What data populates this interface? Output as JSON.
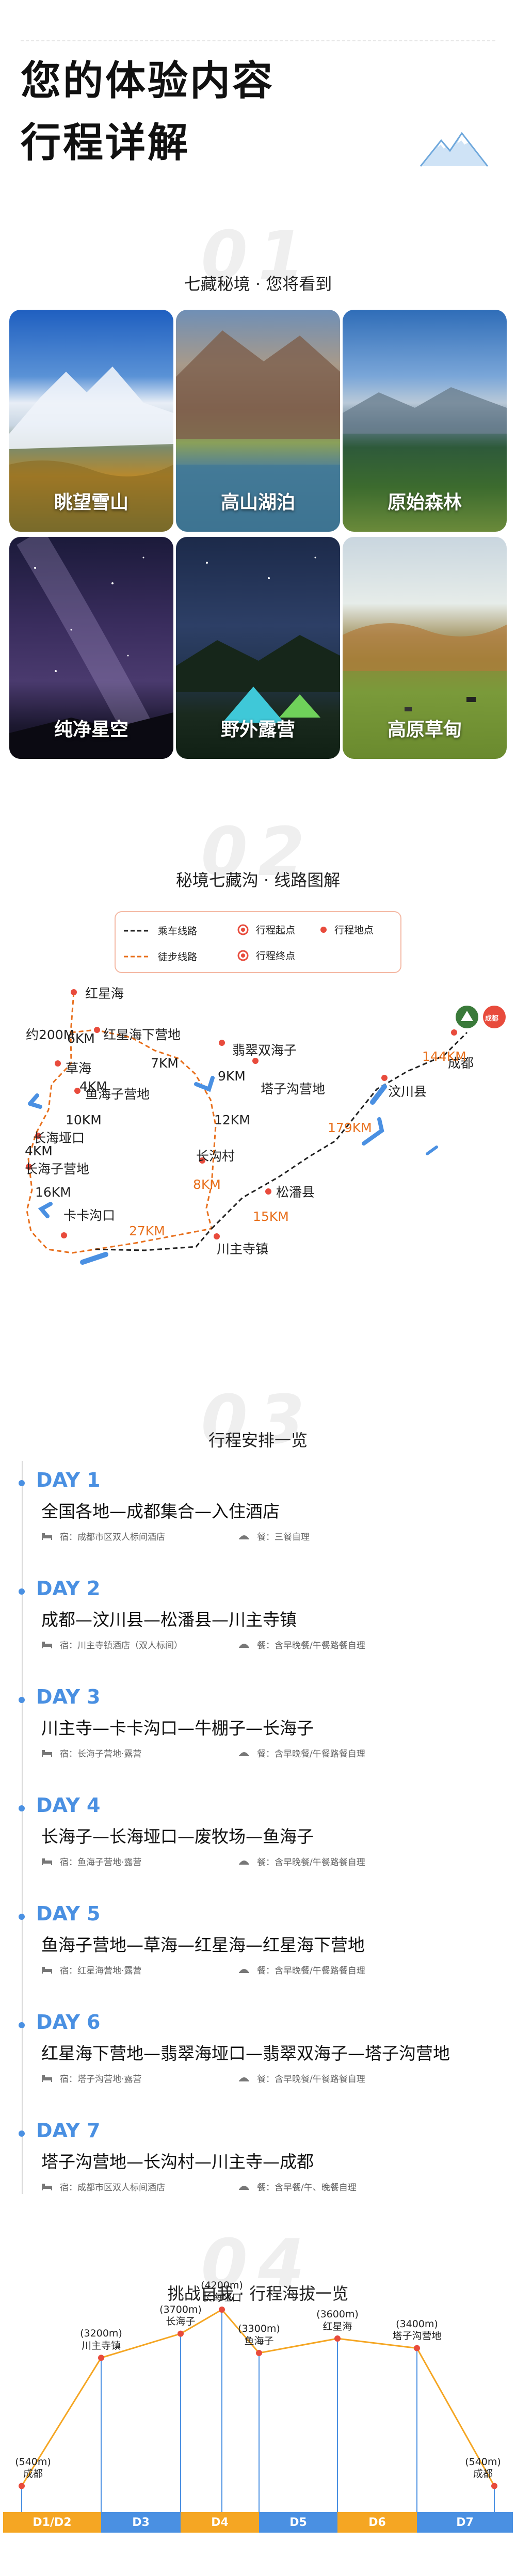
{
  "header": {
    "title_line1": "您的体验内容",
    "title_line2": "行程详解"
  },
  "section1": {
    "number": "01",
    "title": "七藏秘境 · 您将看到",
    "photos": [
      {
        "label": "眺望雪山"
      },
      {
        "label": "高山湖泊"
      },
      {
        "label": "原始森林"
      },
      {
        "label": "纯净星空"
      },
      {
        "label": "野外露营"
      },
      {
        "label": "高原草甸"
      }
    ]
  },
  "section2": {
    "number": "02",
    "title": "秘境七藏沟 · 线路图解",
    "legend": {
      "drive": "乘车线路",
      "hike": "徒步线路",
      "start": "行程起点",
      "end": "行程终点",
      "place": "行程地点"
    },
    "places": {
      "hongxinghai": "红星海",
      "hongxinghai_lower": "红星海下营地",
      "fecuishuanghai": "翡翠双海子",
      "caohai": "草海",
      "yuhaizi": "鱼海子营地",
      "taizigou": "塔子沟营地",
      "changhaiyakou": "长海垭口",
      "changhaizi": "长海子营地",
      "changgoucun": "长沟村",
      "kakagoukou": "卡卡沟口",
      "songpan": "松潘县",
      "chuanzhusi": "川主寺镇",
      "wenchuan": "汶川县",
      "chengdu": "成都"
    },
    "badges": {
      "chengdu_mark": "成都"
    },
    "distances": {
      "d200": "约200M",
      "d7a": "7KM",
      "d6": "6KM",
      "d9": "9KM",
      "d4": "4KM",
      "d10": "10KM",
      "d12": "12KM",
      "d4b": "4KM",
      "d16": "16KM",
      "d8": "8KM",
      "d27": "27KM",
      "d15": "15KM",
      "d179": "179KM",
      "d144": "144KM"
    }
  },
  "section3": {
    "number": "03",
    "title": "行程安排一览",
    "days": [
      {
        "day": "DAY 1",
        "route": "全国各地—成都集合—入住酒店",
        "stay": "宿：成都市区双人标间酒店",
        "meal": "餐：三餐自理"
      },
      {
        "day": "DAY 2",
        "route": "成都—汶川县—松潘县—川主寺镇",
        "stay": "宿：川主寺镇酒店（双人标间）",
        "meal": "餐：含早晚餐/午餐路餐自理"
      },
      {
        "day": "DAY 3",
        "route": "川主寺—卡卡沟口—牛棚子—长海子",
        "stay": "宿：长海子营地·露营",
        "meal": "餐：含早晚餐/午餐路餐自理"
      },
      {
        "day": "DAY 4",
        "route": "长海子—长海垭口—废牧场—鱼海子",
        "stay": "宿：鱼海子营地·露营",
        "meal": "餐：含早晚餐/午餐路餐自理"
      },
      {
        "day": "DAY 5",
        "route": "鱼海子营地—草海—红星海—红星海下营地",
        "stay": "宿：红星海营地·露营",
        "meal": "餐：含早晚餐/午餐路餐自理"
      },
      {
        "day": "DAY 6",
        "route": "红星海下营地—翡翠海垭口—翡翠双海子—塔子沟营地",
        "stay": "宿：塔子沟营地·露营",
        "meal": "餐：含早晚餐/午餐路餐自理"
      },
      {
        "day": "DAY 7",
        "route": "塔子沟营地—长沟村—川主寺—成都",
        "stay": "宿：成都市区双人标间酒店",
        "meal": "餐：含早餐/午、晚餐自理"
      }
    ]
  },
  "section4": {
    "number": "04",
    "title": "挑战自我 · 行程海拔一览",
    "chart_data": {
      "type": "line",
      "categories": [
        "成都",
        "川主寺镇",
        "长海子",
        "长海垭口",
        "鱼海子",
        "红星海",
        "塔子沟营地",
        "成都"
      ],
      "altitude_labels": [
        "(540m)",
        "(3200m)",
        "(3700m)",
        "(4200m)",
        "(3300m)",
        "(3600m)",
        "(3400m)",
        "(540m)"
      ],
      "values": [
        540,
        3200,
        3700,
        4200,
        3300,
        3600,
        3400,
        540
      ],
      "day_segments": [
        "D1/D2",
        "D3",
        "D4",
        "D5",
        "D6",
        "D7"
      ],
      "segment_colors": [
        "#f5a623",
        "#4a90e2",
        "#f5a623",
        "#4a90e2",
        "#f5a623",
        "#4a90e2"
      ],
      "line_color": "#f5a623"
    }
  }
}
